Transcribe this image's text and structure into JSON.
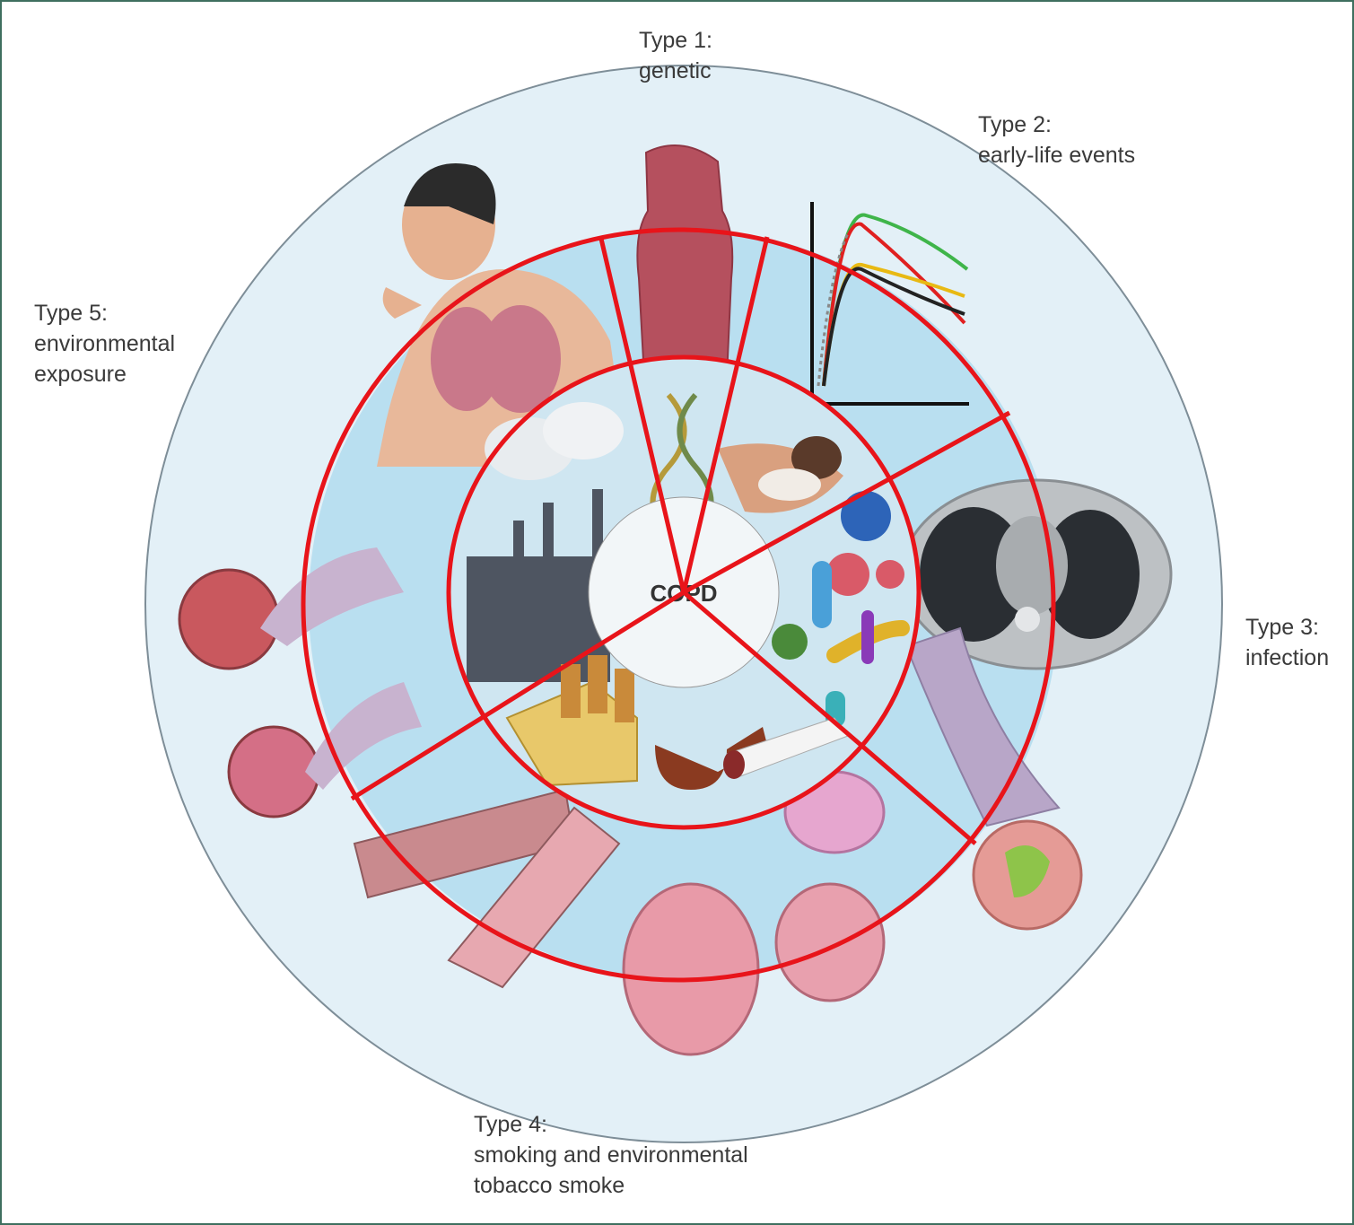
{
  "center_label": "COPD",
  "types": [
    {
      "heading": "Type 1:",
      "description": [
        "genetic"
      ]
    },
    {
      "heading": "Type 2:",
      "description": [
        "early-life events"
      ]
    },
    {
      "heading": "Type 3:",
      "description": [
        "infection"
      ]
    },
    {
      "heading": "Type 4:",
      "description": [
        "smoking and environmental",
        "tobacco smoke"
      ]
    },
    {
      "heading": "Type 5:",
      "description": [
        "environmental",
        "exposure"
      ]
    }
  ],
  "colors": {
    "outer_disc": "#e3f0f7",
    "wedge_fill": "#b9dff0",
    "divider_lines": "#e8141a",
    "frame_border": "#3f6f5f",
    "label_text": "#3a3a3a"
  },
  "illustration_icons": [
    "lung-tissue-icon",
    "dna-helix-icon",
    "growth-curves-icon",
    "infant-in-hand-icon",
    "ct-scan-chest-icon",
    "microbes-icon",
    "bronchus-mucus-icon",
    "cigarette-pack-icon",
    "pipe-icon",
    "cigarette-icon",
    "alveoli-icon",
    "airway-cross-section-icon",
    "factory-smoke-icon",
    "coughing-man-icon"
  ]
}
